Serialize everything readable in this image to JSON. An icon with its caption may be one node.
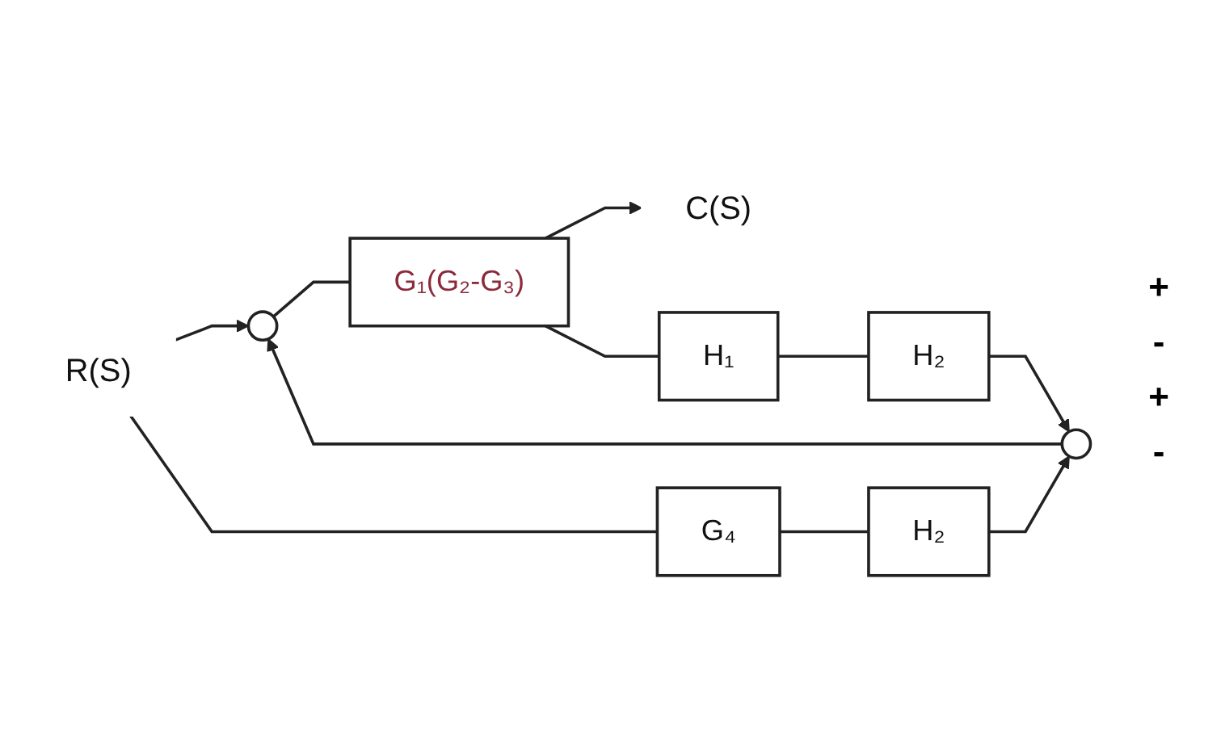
{
  "diagram": {
    "nodes": [
      {
        "text": [
          "R(S)"
        ]
      },
      {
        "text": [],
        "shape": "circle"
      },
      {
        "text": [
          "G₁(G₂-G₃)"
        ]
      },
      {
        "text": [
          "C(S)"
        ]
      },
      {
        "text": [],
        "shape": "circle"
      },
      {
        "text": [
          "H₂"
        ]
      },
      {
        "text": [
          "H₁"
        ]
      },
      {
        "text": [
          "G₄"
        ]
      },
      {
        "text": [
          "H₂"
        ]
      }
    ],
    "edges": [
      {
        "from": 0,
        "to": 1,
        "arrow": "to"
      },
      {
        "from": 1,
        "to": 2,
        "arrow": "none"
      },
      {
        "from": 2,
        "to": 3,
        "arrow": "to"
      },
      {
        "from": 2,
        "to": 6,
        "arrow": "none"
      },
      {
        "from": 6,
        "to": 5,
        "arrow": "none"
      },
      {
        "from": 5,
        "to": 4,
        "arrow": "to"
      },
      {
        "from": 4,
        "to": 1,
        "arrow": "to"
      },
      {
        "from": 0,
        "to": 7,
        "arrow": "none"
      },
      {
        "from": 7,
        "to": 8,
        "arrow": "none"
      },
      {
        "from": 8,
        "to": 4,
        "arrow": "to"
      }
    ],
    "labels": [
      "+",
      "-",
      "+",
      "-"
    ]
  }
}
